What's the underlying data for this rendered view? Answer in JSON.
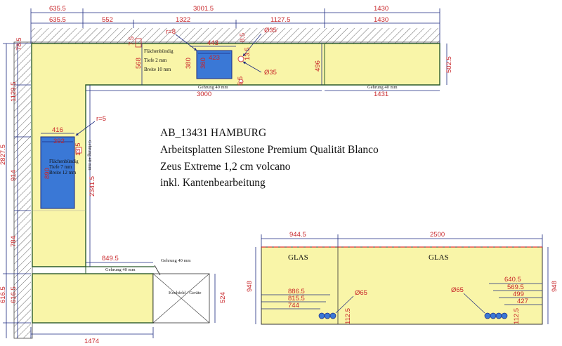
{
  "title_lines": [
    "AB_13431 HAMBURG",
    "Arbeitsplatten Silestone Premium Qualität Blanco",
    "Zeus Extreme 1,2 cm volcano",
    "inkl. Kantenbearbeitung"
  ],
  "colors": {
    "counter": "#f9f5a8",
    "sink": "#3a78d6",
    "dim_red": "#c8262a",
    "dim_blue": "#1d2a80",
    "outline": "#2a5a2a",
    "hatch": "#555555"
  },
  "top_dims": {
    "overall_left": "635.5",
    "overall_mid": "3001.5",
    "overall_right": "1430",
    "row2_left": "635.5",
    "row2_a": "552",
    "row2_b": "1322",
    "row2_c": "1127.5",
    "row2_right": "1430"
  },
  "left_dims": {
    "d1": "78.5",
    "d2": "1129.5",
    "d3": "2827.5",
    "d4": "914",
    "d5": "784",
    "d6": "616.5",
    "d7": "616.5"
  },
  "top_run": {
    "r": "r=8",
    "d35a": "Ø35",
    "d35b": "Ø35",
    "w443": "443",
    "w423": "423",
    "h380": "380",
    "h360": "360",
    "d75": "7.5",
    "d135": "13.5",
    "h568": "568",
    "h496": "496",
    "h5025": "502.5",
    "w3000": "3000",
    "w1431": "1431",
    "joint1": "Gehrung 40 mm",
    "joint2": "Gehrung 40 mm",
    "small_red": "5.5",
    "small_red2": "8.5"
  },
  "sink_note_top": [
    "Flächenbündig",
    "Tiefe 2 mm",
    "Breite 10 mm"
  ],
  "left_run": {
    "r": "r=5",
    "w416": "416",
    "w392": "392",
    "h890": "890",
    "h2341": "2341.5",
    "d135": "13.5",
    "joint": "Gehrung 40 mm"
  },
  "sink_note_left": [
    "Flächenbündig",
    "Tiefe 7 mm",
    "Breite 12 mm"
  ],
  "bottom": {
    "w8495": "849.5",
    "joint_a": "Gehrung 40 mm",
    "joint_b": "Gehrung 40 mm",
    "w1474": "1474",
    "h524": "524",
    "appliance": "Kochfeld / Geräte"
  },
  "glass": {
    "w9445": "944.5",
    "w2500": "2500",
    "h948l": "948",
    "h948r": "948",
    "label1": "GLAS",
    "label2": "GLAS",
    "l8865": "886.5",
    "l8155": "815.5",
    "l744": "744",
    "d65a": "Ø65",
    "d125a": "112.5",
    "r6405": "640.5",
    "r5695": "569.5",
    "r499": "499",
    "r427": "427",
    "d65b": "Ø65",
    "d125b": "112.5"
  }
}
